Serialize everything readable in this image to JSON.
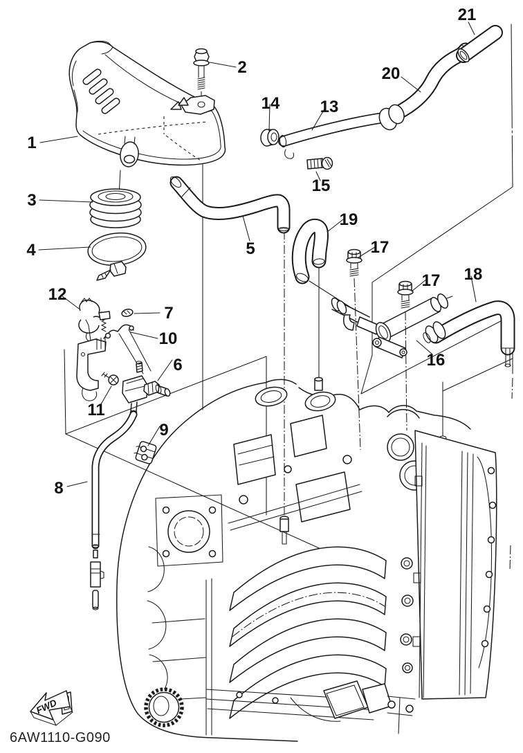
{
  "diagram": {
    "kind": "exploded-parts-line-drawing",
    "colors": {
      "line": "#1a1a1a",
      "background": "#ffffff"
    }
  },
  "footer": {
    "part_code": "6AW1110-G090",
    "fwd_label": "FWD"
  },
  "callouts": [
    {
      "label": "1"
    },
    {
      "label": "2"
    },
    {
      "label": "3"
    },
    {
      "label": "4"
    },
    {
      "label": "5"
    },
    {
      "label": "6"
    },
    {
      "label": "7"
    },
    {
      "label": "8"
    },
    {
      "label": "9"
    },
    {
      "label": "10"
    },
    {
      "label": "11"
    },
    {
      "label": "12"
    },
    {
      "label": "13"
    },
    {
      "label": "14"
    },
    {
      "label": "15"
    },
    {
      "label": "16"
    },
    {
      "label": "17"
    },
    {
      "label": "17"
    },
    {
      "label": "18"
    },
    {
      "label": "19"
    },
    {
      "label": "20"
    },
    {
      "label": "21"
    }
  ]
}
